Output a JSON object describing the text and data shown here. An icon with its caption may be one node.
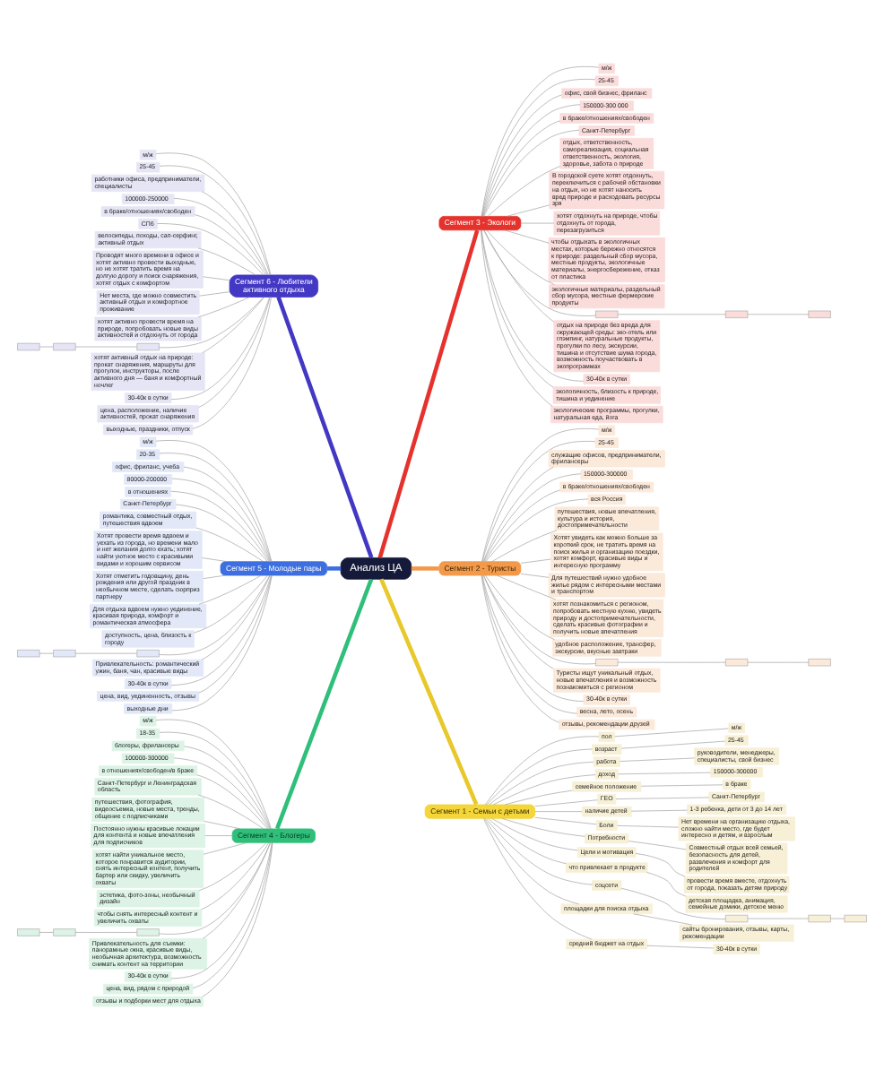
{
  "diagram": {
    "nodes": [
      {
        "text": [
          "Анализ ЦА"
        ]
      },
      {
        "text": [
          "Сегмент 6 - Любители активного отдыха"
        ]
      },
      {
        "text": [
          "м/ж"
        ]
      },
      {
        "text": [
          "25-45"
        ]
      },
      {
        "text": [
          "работники офиса, предприниматели, специалисты"
        ]
      },
      {
        "text": [
          "100000-250000"
        ]
      },
      {
        "text": [
          "в браке/отношениях/свободен"
        ]
      },
      {
        "text": [
          "СПб"
        ]
      },
      {
        "text": [
          "велосипеды, походы, сап-серфинг, активный отдых"
        ]
      },
      {
        "text": [
          "Проводят много времени в офисе и хотят активно провести выходные, но не хотят тратить время на долгую дорогу и поиск снаряжения, хотят отдых с комфортом"
        ]
      },
      {
        "text": [
          "Нет места, где можно совместить активный отдых и комфортное проживание"
        ]
      },
      {
        "text": [
          "хотят активно провести время на природе, попробовать новые виды активностей и отдохнуть от города"
        ]
      },
      {
        "text": [],
        "shape": "box"
      },
      {
        "text": [],
        "shape": "box"
      },
      {
        "text": [],
        "shape": "box"
      },
      {
        "text": [
          "хотят активный отдых на природе: прокат снаряжения, маршруты для прогулок, инструкторы, после активного дня — баня и комфортный ночлег"
        ]
      },
      {
        "text": [
          "30-40к в сутки"
        ]
      },
      {
        "text": [
          "цена, расположение, наличие активностей, прокат снаряжения"
        ]
      },
      {
        "text": [
          "выходные, праздники, отпуск"
        ]
      },
      {
        "text": [
          "Сегмент 3 - Экологи"
        ]
      },
      {
        "text": [
          "м/ж"
        ]
      },
      {
        "text": [
          "25-45"
        ]
      },
      {
        "text": [
          "офис, свой бизнес, фриланс"
        ]
      },
      {
        "text": [
          "150000-300 000"
        ]
      },
      {
        "text": [
          "в браке/отношениях/свободен"
        ]
      },
      {
        "text": [
          "Санкт-Петербург"
        ]
      },
      {
        "text": [
          "отдых, ответственность, самореализация, социальная ответственность, экология, здоровье, забота о природе"
        ]
      },
      {
        "text": [
          "В городской суете хотят отдохнуть, переключиться с рабочей обстановки на отдых, но не хотят наносить вред природе и расходовать ресурсы зря"
        ]
      },
      {
        "text": [
          "хотят отдохнуть на природе, чтобы отдохнуть от города, перезагрузиться"
        ]
      },
      {
        "text": [
          "чтобы отдыхать в экологичных местах, которые бережно относятся к природе: раздельный сбор мусора, местные продукты, экологичные материалы, энергосбережение, отказ от пластика"
        ]
      },
      {
        "text": [
          "экологичные материалы, раздельный сбор мусора, местные фермерские продукты"
        ]
      },
      {
        "text": [],
        "shape": "box"
      },
      {
        "text": [],
        "shape": "box"
      },
      {
        "text": [],
        "shape": "box"
      },
      {
        "text": [
          "отдых на природе без вреда для окружающей среды: эко-отель или глэмпинг, натуральные продукты, прогулки по лесу, экскурсии, тишина и отсутствие шума города, возможность поучаствовать в экопрограммах"
        ]
      },
      {
        "text": [
          "30-40к в сутки"
        ]
      },
      {
        "text": [
          "экологичность, близость к природе, тишина и уединение"
        ]
      },
      {
        "text": [
          "экологические программы, прогулки, натуральная еда, йога"
        ]
      },
      {
        "text": [
          "Сегмент 5 - Молодые пары"
        ]
      },
      {
        "text": [
          "м/ж"
        ]
      },
      {
        "text": [
          "20-35"
        ]
      },
      {
        "text": [
          "офис, фриланс, учеба"
        ]
      },
      {
        "text": [
          "80000-200000"
        ]
      },
      {
        "text": [
          "в отношениях"
        ]
      },
      {
        "text": [
          "Санкт-Петербург"
        ]
      },
      {
        "text": [
          "романтика, совместный отдых, путешествия вдвоем"
        ]
      },
      {
        "text": [
          "Хотят провести время вдвоем и уехать из города, но времени мало и нет желания долго ехать; хотят найти уютное место с красивыми видами и хорошим сервисом"
        ]
      },
      {
        "text": [
          "Хотят отметить годовщину, день рождения или другой праздник в необычном месте, сделать сюрприз партнеру"
        ]
      },
      {
        "text": [
          "Для отдыха вдвоем нужно уединение, красивая природа, комфорт и романтическая атмосфера"
        ]
      },
      {
        "text": [
          "доступность, цена, близость к городу"
        ]
      },
      {
        "text": [],
        "shape": "box"
      },
      {
        "text": [],
        "shape": "box"
      },
      {
        "text": [],
        "shape": "box"
      },
      {
        "text": [
          "Привлекательность: романтический ужин, баня, чан, красивые виды"
        ]
      },
      {
        "text": [
          "30-40к в сутки"
        ]
      },
      {
        "text": [
          "цена, вид, уединенность, отзывы"
        ]
      },
      {
        "text": [
          "выходные дни"
        ]
      },
      {
        "text": [
          "Сегмент 2 - Туристы"
        ]
      },
      {
        "text": [
          "м/ж"
        ]
      },
      {
        "text": [
          "25-45"
        ]
      },
      {
        "text": [
          "служащие офисов, предприниматели, фрилансеры"
        ]
      },
      {
        "text": [
          "150000-300000"
        ]
      },
      {
        "text": [
          "в браке/отношениях/свободен"
        ]
      },
      {
        "text": [
          "вся Россия"
        ]
      },
      {
        "text": [
          "путешествия, новые впечатления, культура и история, достопримечательности"
        ]
      },
      {
        "text": [
          "Хотят увидеть как можно больше за короткий срок, не тратить время на поиск жилья и организацию поездки, хотят комфорт, красивые виды и интересную программу"
        ]
      },
      {
        "text": [
          "Для путешествий нужно удобное жилье рядом с интересными местами и транспортом"
        ]
      },
      {
        "text": [
          "хотят познакомиться с регионом, попробовать местную кухню, увидеть природу и достопримечательности, сделать красивые фотографии и получить новые впечатления"
        ]
      },
      {
        "text": [
          "удобное расположение, трансфер, экскурсии, вкусные завтраки"
        ]
      },
      {
        "text": [],
        "shape": "box"
      },
      {
        "text": [],
        "shape": "box"
      },
      {
        "text": [],
        "shape": "box"
      },
      {
        "text": [
          "Туристы ищут уникальный отдых, новые впечатления и возможность познакомиться с регионом"
        ]
      },
      {
        "text": [
          "30-40к в сутки"
        ]
      },
      {
        "text": [
          "весна, лето, осень"
        ]
      },
      {
        "text": [
          "отзывы, рекомендации друзей"
        ]
      },
      {
        "text": [
          "Сегмент 4 - Блогеры"
        ]
      },
      {
        "text": [
          "м/ж"
        ]
      },
      {
        "text": [
          "18-35"
        ]
      },
      {
        "text": [
          "блогеры, фрилансеры"
        ]
      },
      {
        "text": [
          "100000-300000"
        ]
      },
      {
        "text": [
          "в отношениях/свободен/в браке"
        ]
      },
      {
        "text": [
          "Санкт-Петербург и Ленинградская область"
        ]
      },
      {
        "text": [
          "путешествия, фотография, видеосъемка, новые места, тренды, общение с подписчиками"
        ]
      },
      {
        "text": [
          "Постоянно нужны красивые локации для контента и новые впечатления для подписчиков"
        ]
      },
      {
        "text": [
          "хотят найти уникальное место, которое понравится аудитории, снять интересный контент, получить бартер или скидку, увеличить охваты"
        ]
      },
      {
        "text": [
          "эстетика, фото-зоны, необычный дизайн"
        ]
      },
      {
        "text": [
          "чтобы снять интересный контент и увеличить охваты"
        ]
      },
      {
        "text": [],
        "shape": "box"
      },
      {
        "text": [],
        "shape": "box"
      },
      {
        "text": [],
        "shape": "box"
      },
      {
        "text": [
          "Привлекательность для съемки: панорамные окна, красивые виды, необычная архитектура, возможность снимать контент на территории"
        ]
      },
      {
        "text": [
          "30-40к в сутки"
        ]
      },
      {
        "text": [
          "цена, вид, рядом с природой"
        ]
      },
      {
        "text": [
          "отзывы и подборки мест для отдыха"
        ]
      },
      {
        "text": [
          "Сегмент 1 - Семьи с детьми"
        ]
      },
      {
        "text": [
          "пол"
        ]
      },
      {
        "text": [
          "м/ж"
        ]
      },
      {
        "text": [
          "возраст"
        ]
      },
      {
        "text": [
          "25-45"
        ]
      },
      {
        "text": [
          "работа"
        ]
      },
      {
        "text": [
          "руководители, менеджеры, специалисты, свой бизнес"
        ]
      },
      {
        "text": [
          "доход"
        ]
      },
      {
        "text": [
          "150000-300000"
        ]
      },
      {
        "text": [
          "семейное положение"
        ]
      },
      {
        "text": [
          "в браке"
        ]
      },
      {
        "text": [
          "ГЕО"
        ]
      },
      {
        "text": [
          "Санкт-Петербург"
        ]
      },
      {
        "text": [
          "наличие детей"
        ]
      },
      {
        "text": [
          "1-3 ребенка, дети от 3 до 14 лет"
        ]
      },
      {
        "text": [
          "Боли"
        ]
      },
      {
        "text": [
          "Нет времени на организацию отдыха, сложно найти место, где будет интересно и детям, и взрослым"
        ]
      },
      {
        "text": [
          "Потребности"
        ]
      },
      {
        "text": [
          "Совместный отдых всей семьей, безопасность для детей, развлечения и комфорт для родителей"
        ]
      },
      {
        "text": [
          "Цели и мотивация"
        ]
      },
      {
        "text": [
          "провести время вместе, отдохнуть от города, показать детям природу"
        ]
      },
      {
        "text": [
          "что привлекает в продукте"
        ]
      },
      {
        "text": [
          "детская площадка, анимация, семейные домики, детское меню"
        ]
      },
      {
        "text": [
          "соцсети"
        ]
      },
      {
        "text": [],
        "shape": "box"
      },
      {
        "text": [],
        "shape": "box"
      },
      {
        "text": [],
        "shape": "box"
      },
      {
        "text": [
          "площадки для поиска отдыха"
        ]
      },
      {
        "text": [
          "сайты бронирования, отзывы, карты, рекомендации"
        ]
      },
      {
        "text": [
          "средний бюджет на отдых"
        ]
      },
      {
        "text": [
          "30-40к в сутки"
        ]
      }
    ],
    "edges": [
      {
        "from": 1,
        "to": 0,
        "arrow": "none",
        "style": "thick",
        "color": "#4338c4"
      },
      {
        "from": 2,
        "to": 1,
        "arrow": "none"
      },
      {
        "from": 3,
        "to": 1,
        "arrow": "none"
      },
      {
        "from": 4,
        "to": 1,
        "arrow": "none"
      },
      {
        "from": 5,
        "to": 1,
        "arrow": "none"
      },
      {
        "from": 6,
        "to": 1,
        "arrow": "none"
      },
      {
        "from": 7,
        "to": 1,
        "arrow": "none"
      },
      {
        "from": 8,
        "to": 1,
        "arrow": "none"
      },
      {
        "from": 9,
        "to": 1,
        "arrow": "none"
      },
      {
        "from": 10,
        "to": 1,
        "arrow": "none"
      },
      {
        "from": 11,
        "to": 1,
        "arrow": "none"
      },
      {
        "from": 12,
        "to": 1,
        "arrow": "none"
      },
      {
        "from": 13,
        "to": 12,
        "arrow": "none"
      },
      {
        "from": 14,
        "to": 13,
        "arrow": "none"
      },
      {
        "from": 15,
        "to": 1,
        "arrow": "none"
      },
      {
        "from": 16,
        "to": 1,
        "arrow": "none"
      },
      {
        "from": 17,
        "to": 1,
        "arrow": "none"
      },
      {
        "from": 18,
        "to": 1,
        "arrow": "none"
      },
      {
        "from": 0,
        "to": 19,
        "arrow": "none",
        "style": "thick",
        "color": "#e5322d"
      },
      {
        "from": 19,
        "to": 20,
        "arrow": "none"
      },
      {
        "from": 19,
        "to": 21,
        "arrow": "none"
      },
      {
        "from": 19,
        "to": 22,
        "arrow": "none"
      },
      {
        "from": 19,
        "to": 23,
        "arrow": "none"
      },
      {
        "from": 19,
        "to": 24,
        "arrow": "none"
      },
      {
        "from": 19,
        "to": 25,
        "arrow": "none"
      },
      {
        "from": 19,
        "to": 26,
        "arrow": "none"
      },
      {
        "from": 19,
        "to": 27,
        "arrow": "none"
      },
      {
        "from": 19,
        "to": 28,
        "arrow": "none"
      },
      {
        "from": 19,
        "to": 29,
        "arrow": "none"
      },
      {
        "from": 19,
        "to": 30,
        "arrow": "none"
      },
      {
        "from": 19,
        "to": 31,
        "arrow": "none"
      },
      {
        "from": 31,
        "to": 32,
        "arrow": "none"
      },
      {
        "from": 32,
        "to": 33,
        "arrow": "none"
      },
      {
        "from": 19,
        "to": 34,
        "arrow": "none"
      },
      {
        "from": 19,
        "to": 35,
        "arrow": "none"
      },
      {
        "from": 19,
        "to": 36,
        "arrow": "none"
      },
      {
        "from": 19,
        "to": 37,
        "arrow": "none"
      },
      {
        "from": 38,
        "to": 0,
        "arrow": "none",
        "style": "thick",
        "color": "#3d6fe0"
      },
      {
        "from": 39,
        "to": 38,
        "arrow": "none"
      },
      {
        "from": 40,
        "to": 38,
        "arrow": "none"
      },
      {
        "from": 41,
        "to": 38,
        "arrow": "none"
      },
      {
        "from": 42,
        "to": 38,
        "arrow": "none"
      },
      {
        "from": 43,
        "to": 38,
        "arrow": "none"
      },
      {
        "from": 44,
        "to": 38,
        "arrow": "none"
      },
      {
        "from": 45,
        "to": 38,
        "arrow": "none"
      },
      {
        "from": 46,
        "to": 38,
        "arrow": "none"
      },
      {
        "from": 47,
        "to": 38,
        "arrow": "none"
      },
      {
        "from": 48,
        "to": 38,
        "arrow": "none"
      },
      {
        "from": 49,
        "to": 38,
        "arrow": "none"
      },
      {
        "from": 50,
        "to": 38,
        "arrow": "none"
      },
      {
        "from": 51,
        "to": 50,
        "arrow": "none"
      },
      {
        "from": 52,
        "to": 51,
        "arrow": "none"
      },
      {
        "from": 53,
        "to": 38,
        "arrow": "none"
      },
      {
        "from": 54,
        "to": 38,
        "arrow": "none"
      },
      {
        "from": 55,
        "to": 38,
        "arrow": "none"
      },
      {
        "from": 56,
        "to": 38,
        "arrow": "none"
      },
      {
        "from": 0,
        "to": 57,
        "arrow": "none",
        "style": "thick",
        "color": "#f29a4a"
      },
      {
        "from": 57,
        "to": 58,
        "arrow": "none"
      },
      {
        "from": 57,
        "to": 59,
        "arrow": "none"
      },
      {
        "from": 57,
        "to": 60,
        "arrow": "none"
      },
      {
        "from": 57,
        "to": 61,
        "arrow": "none"
      },
      {
        "from": 57,
        "to": 62,
        "arrow": "none"
      },
      {
        "from": 57,
        "to": 63,
        "arrow": "none"
      },
      {
        "from": 57,
        "to": 64,
        "arrow": "none"
      },
      {
        "from": 57,
        "to": 65,
        "arrow": "none"
      },
      {
        "from": 57,
        "to": 66,
        "arrow": "none"
      },
      {
        "from": 57,
        "to": 67,
        "arrow": "none"
      },
      {
        "from": 57,
        "to": 68,
        "arrow": "none"
      },
      {
        "from": 57,
        "to": 69,
        "arrow": "none"
      },
      {
        "from": 69,
        "to": 70,
        "arrow": "none"
      },
      {
        "from": 70,
        "to": 71,
        "arrow": "none"
      },
      {
        "from": 57,
        "to": 72,
        "arrow": "none"
      },
      {
        "from": 57,
        "to": 73,
        "arrow": "none"
      },
      {
        "from": 57,
        "to": 74,
        "arrow": "none"
      },
      {
        "from": 57,
        "to": 75,
        "arrow": "none"
      },
      {
        "from": 76,
        "to": 0,
        "arrow": "none",
        "style": "thick",
        "color": "#2fbf7a"
      },
      {
        "from": 77,
        "to": 76,
        "arrow": "none"
      },
      {
        "from": 78,
        "to": 76,
        "arrow": "none"
      },
      {
        "from": 79,
        "to": 76,
        "arrow": "none"
      },
      {
        "from": 80,
        "to": 76,
        "arrow": "none"
      },
      {
        "from": 81,
        "to": 76,
        "arrow": "none"
      },
      {
        "from": 82,
        "to": 76,
        "arrow": "none"
      },
      {
        "from": 83,
        "to": 76,
        "arrow": "none"
      },
      {
        "from": 84,
        "to": 76,
        "arrow": "none"
      },
      {
        "from": 85,
        "to": 76,
        "arrow": "none"
      },
      {
        "from": 86,
        "to": 76,
        "arrow": "none"
      },
      {
        "from": 87,
        "to": 76,
        "arrow": "none"
      },
      {
        "from": 88,
        "to": 76,
        "arrow": "none"
      },
      {
        "from": 89,
        "to": 88,
        "arrow": "none"
      },
      {
        "from": 90,
        "to": 89,
        "arrow": "none"
      },
      {
        "from": 91,
        "to": 76,
        "arrow": "none"
      },
      {
        "from": 92,
        "to": 76,
        "arrow": "none"
      },
      {
        "from": 93,
        "to": 76,
        "arrow": "none"
      },
      {
        "from": 94,
        "to": 76,
        "arrow": "none"
      },
      {
        "from": 0,
        "to": 95,
        "arrow": "none",
        "style": "thick",
        "color": "#e8c82a"
      },
      {
        "from": 95,
        "to": 96,
        "arrow": "none"
      },
      {
        "from": 96,
        "to": 97,
        "arrow": "none"
      },
      {
        "from": 95,
        "to": 98,
        "arrow": "none"
      },
      {
        "from": 98,
        "to": 99,
        "arrow": "none"
      },
      {
        "from": 95,
        "to": 100,
        "arrow": "none"
      },
      {
        "from": 100,
        "to": 101,
        "arrow": "none"
      },
      {
        "from": 95,
        "to": 102,
        "arrow": "none"
      },
      {
        "from": 102,
        "to": 103,
        "arrow": "none"
      },
      {
        "from": 95,
        "to": 104,
        "arrow": "none"
      },
      {
        "from": 104,
        "to": 105,
        "arrow": "none"
      },
      {
        "from": 95,
        "to": 106,
        "arrow": "none"
      },
      {
        "from": 106,
        "to": 107,
        "arrow": "none"
      },
      {
        "from": 95,
        "to": 108,
        "arrow": "none"
      },
      {
        "from": 108,
        "to": 109,
        "arrow": "none"
      },
      {
        "from": 95,
        "to": 110,
        "arrow": "none"
      },
      {
        "from": 110,
        "to": 111,
        "arrow": "none"
      },
      {
        "from": 95,
        "to": 112,
        "arrow": "none"
      },
      {
        "from": 112,
        "to": 113,
        "arrow": "none"
      },
      {
        "from": 95,
        "to": 114,
        "arrow": "none"
      },
      {
        "from": 114,
        "to": 115,
        "arrow": "none"
      },
      {
        "from": 95,
        "to": 116,
        "arrow": "none"
      },
      {
        "from": 116,
        "to": 117,
        "arrow": "none"
      },
      {
        "from": 95,
        "to": 118,
        "arrow": "none"
      },
      {
        "from": 118,
        "to": 119,
        "arrow": "none"
      },
      {
        "from": 119,
        "to": 120,
        "arrow": "none"
      },
      {
        "from": 120,
        "to": 121,
        "arrow": "none"
      },
      {
        "from": 95,
        "to": 122,
        "arrow": "none"
      },
      {
        "from": 122,
        "to": 123,
        "arrow": "none"
      },
      {
        "from": 95,
        "to": 124,
        "arrow": "none"
      },
      {
        "from": 124,
        "to": 125,
        "arrow": "none"
      }
    ]
  }
}
